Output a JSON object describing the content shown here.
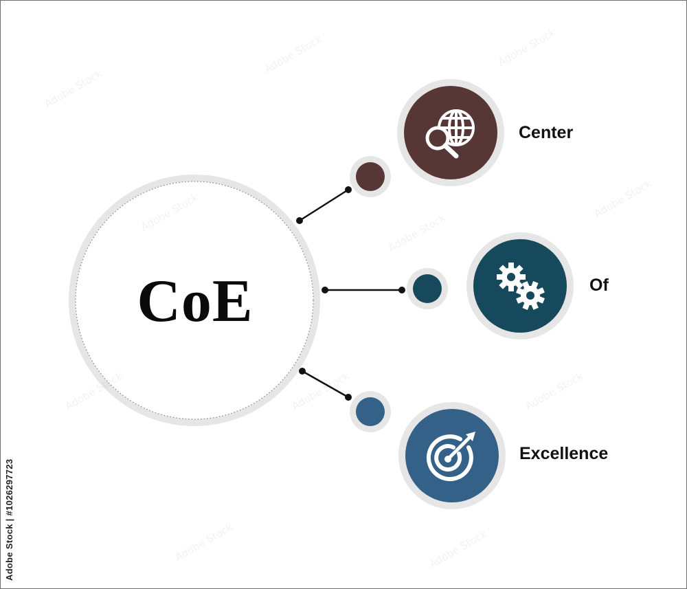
{
  "center": {
    "title": "CoE"
  },
  "items": [
    {
      "label": "Center",
      "icon": "globe-search-icon",
      "color": "#573636"
    },
    {
      "label": "Of",
      "icon": "gears-icon",
      "color": "#17495c"
    },
    {
      "label": "Excellence",
      "icon": "target-arrow-icon",
      "color": "#336188"
    }
  ],
  "colors": {
    "ring": "#e6e6e6",
    "connector": "#111111",
    "icon_glyph": "#ffffff"
  },
  "stock_id": "Adobe Stock | #1026297723",
  "watermark_text": "Adobe Stock"
}
